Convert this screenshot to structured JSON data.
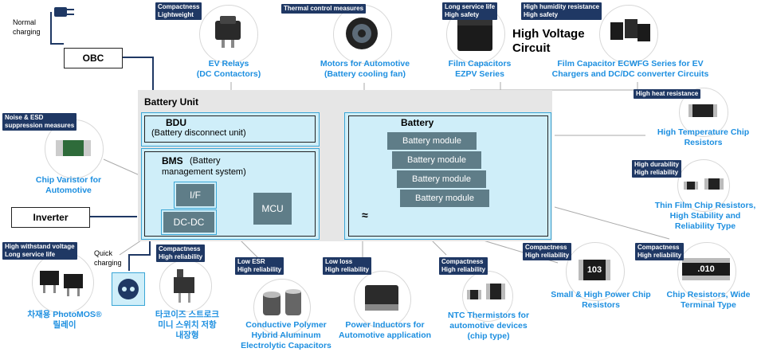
{
  "plug_label": "Normal\ncharging",
  "obc_label": "OBC",
  "inverter_label": "Inverter",
  "quick_label": "Quick\ncharging",
  "battery_unit": {
    "title": "Battery Unit",
    "bdu_title": "BDU",
    "bdu_sub": "(Battery disconnect unit)",
    "bms_title": "BMS",
    "bms_sub1": "(Battery",
    "bms_sub2": "management system)",
    "if_label": "I/F",
    "dcdc_label": "DC-DC",
    "mcu_label": "MCU",
    "battery_title": "Battery",
    "modules": [
      "Battery module",
      "Battery module",
      "Battery module",
      "Battery module"
    ],
    "approx_symbol": "≈"
  },
  "hv_title": "High Voltage\nCircuit",
  "products": {
    "relays": {
      "tag": "Compactness\nLightweight",
      "label": "EV Relays\n(DC Contactors)"
    },
    "motors": {
      "tag": "Thermal control measures",
      "label": "Motors for Automotive\n(Battery cooling fan)"
    },
    "film_cap": {
      "tag": "Long service life\nHigh safety",
      "label": "Film Capacitors\nEZPV Series"
    },
    "film_ecwfg": {
      "tag": "High humidity resistance\nHigh safety",
      "label": "Film Capacitor ECWFG Series for EV\nChargers and DC/DC converter Circuits"
    },
    "high_temp": {
      "tag": "High heat resistance",
      "label": "High Temperature Chip\nResistors"
    },
    "thin_film": {
      "tag": "High durability\nHigh reliability",
      "label": "Thin Film Chip Resistors,\nHigh Stability and\nReliability Type"
    },
    "varistor": {
      "tag": "Noise & ESD\nsuppression measures",
      "label": "Chip Varistor for\nAutomotive"
    },
    "photomos": {
      "tag": "High withstand voltage\nLong service life",
      "label": "차재용 PhotoMOS®\n릴레이"
    },
    "tact": {
      "tag": "Compactness\nHigh reliability",
      "label": "타코이즈 스트로크\n미니 스위치 저항\n내장형"
    },
    "polymer": {
      "tag": "Low ESR\nHigh reliability",
      "label": "Conductive Polymer\nHybrid Aluminum\nElectrolytic Capacitors"
    },
    "inductor": {
      "tag": "Low loss\nHigh reliability",
      "label": "Power Inductors for\nAutomotive application"
    },
    "ntc": {
      "tag": "Compactness\nHigh reliability",
      "label": "NTC Thermistors for\nautomotive devices\n(chip type)"
    },
    "small_power": {
      "tag": "Compactness\nHigh reliability",
      "label": "Small & High Power Chip\nResistors",
      "marking": "103"
    },
    "wide_term": {
      "tag": "Compactness\nHigh reliability",
      "label": "Chip Resistors, Wide\nTerminal Type",
      "marking": ".010"
    }
  }
}
